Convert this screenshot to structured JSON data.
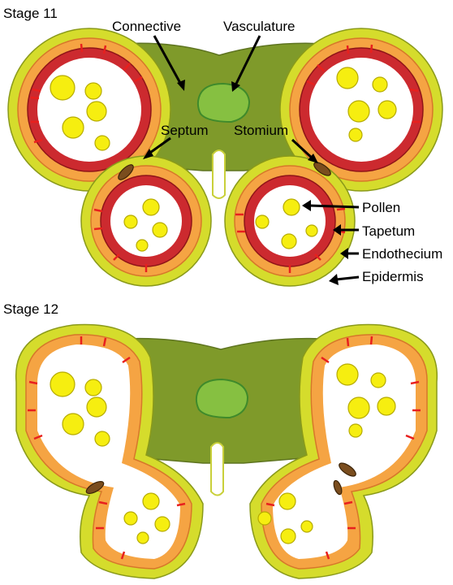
{
  "stages": [
    {
      "title": "Stage 11"
    },
    {
      "title": "Stage 12"
    }
  ],
  "labels": {
    "connective": "Connective",
    "vasculature": "Vasculature",
    "septum": "Septum",
    "stomium": "Stomium",
    "pollen": "Pollen",
    "tapetum": "Tapetum",
    "endothecium": "Endothecium",
    "epidermis": "Epidermis"
  },
  "colors": {
    "connective": "#7f9a2a",
    "epidermis": "#d5dc2c",
    "endothecium": "#f5a443",
    "tapetum": "#cc2a2f",
    "pollen": "#f6ee10",
    "vasculature": "#86c041",
    "stomium": "#7a4d1e",
    "thickening": "#e8201e"
  }
}
